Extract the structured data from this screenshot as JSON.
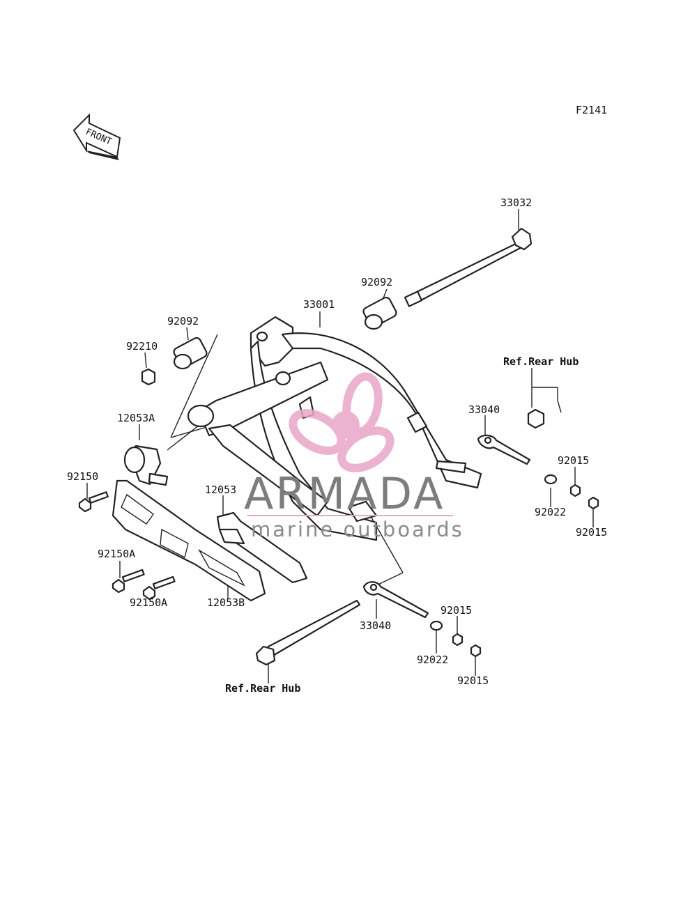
{
  "figure_id": "F2141",
  "front_marker": "FRONT",
  "watermark": {
    "brand": "ARMADA",
    "tagline": "marine outboards",
    "logo_color": "#e9a6c8",
    "text_color": "#7d7d7d"
  },
  "labels": {
    "p33032": "33032",
    "p92092_right": "92092",
    "p33001": "33001",
    "p92092_left": "92092",
    "p92210": "92210",
    "p12053A": "12053A",
    "p92150": "92150",
    "p12053": "12053",
    "p92150A_top": "92150A",
    "p92150A_bottom": "92150A",
    "p12053B": "12053B",
    "p33040_right": "33040",
    "p92015_r1": "92015",
    "p92022_right": "92022",
    "p92015_r2": "92015",
    "p33040_bottom": "33040",
    "p92015_b1": "92015",
    "p92022_bottom": "92022",
    "p92015_b2": "92015",
    "ref_rear_hub_top": "Ref.Rear Hub",
    "ref_rear_hub_bottom": "Ref.Rear Hub"
  }
}
